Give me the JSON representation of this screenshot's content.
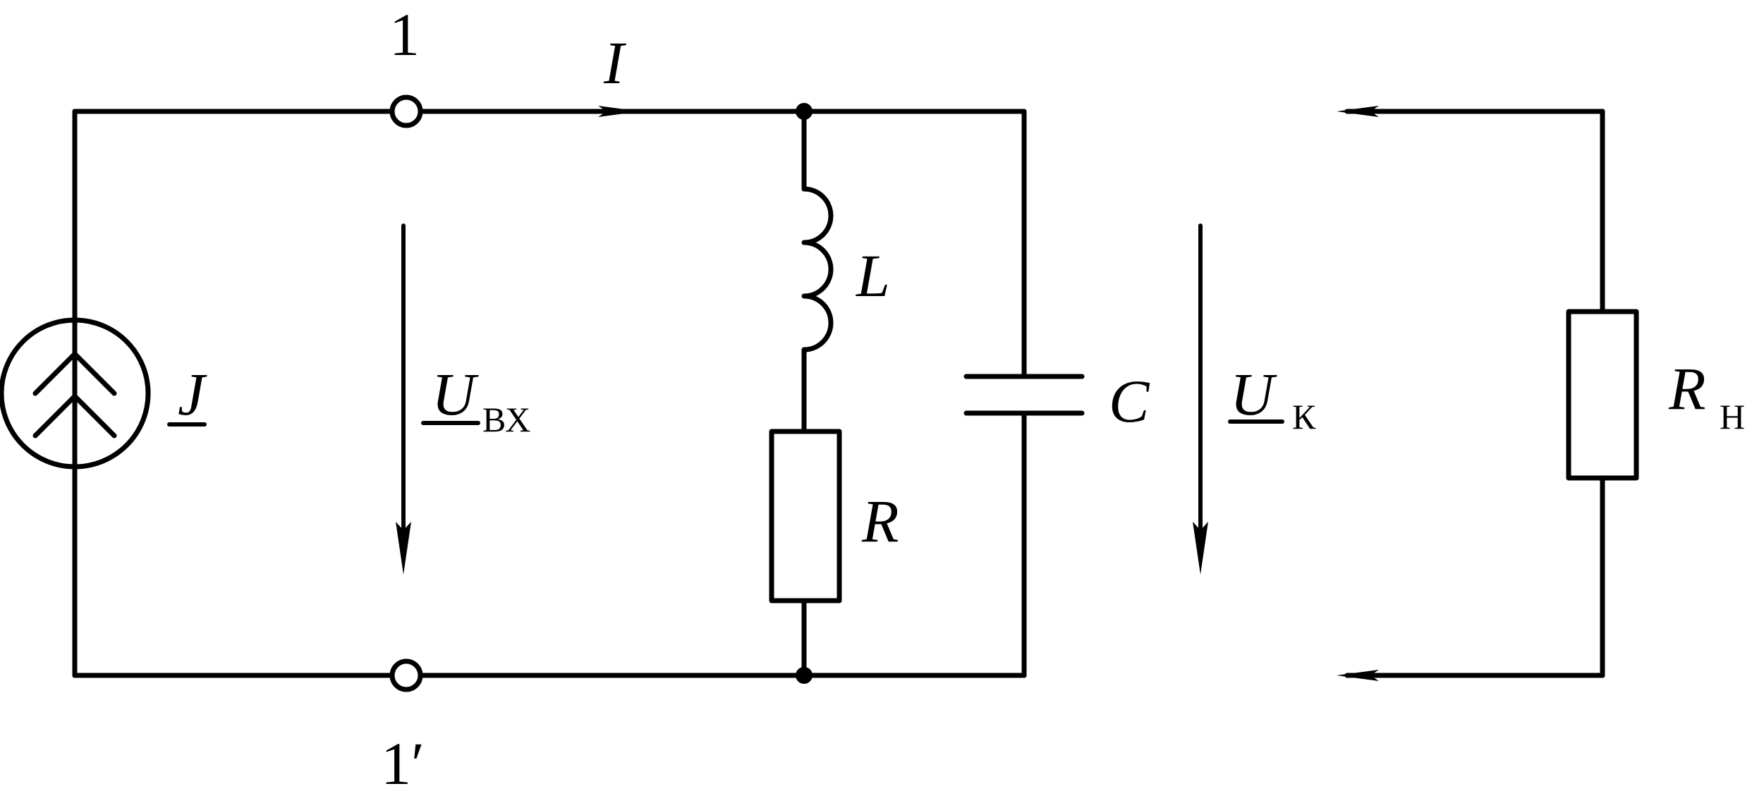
{
  "labels": {
    "node_top": "1",
    "node_bottom": "1′",
    "current": "I",
    "source": "J",
    "input_voltage": "U",
    "input_voltage_sub": "ВХ",
    "inductor": "L",
    "resistor": "R",
    "capacitor": "C",
    "circuit_voltage": "U",
    "circuit_voltage_sub": "К",
    "load": "R",
    "load_sub": "Н"
  }
}
